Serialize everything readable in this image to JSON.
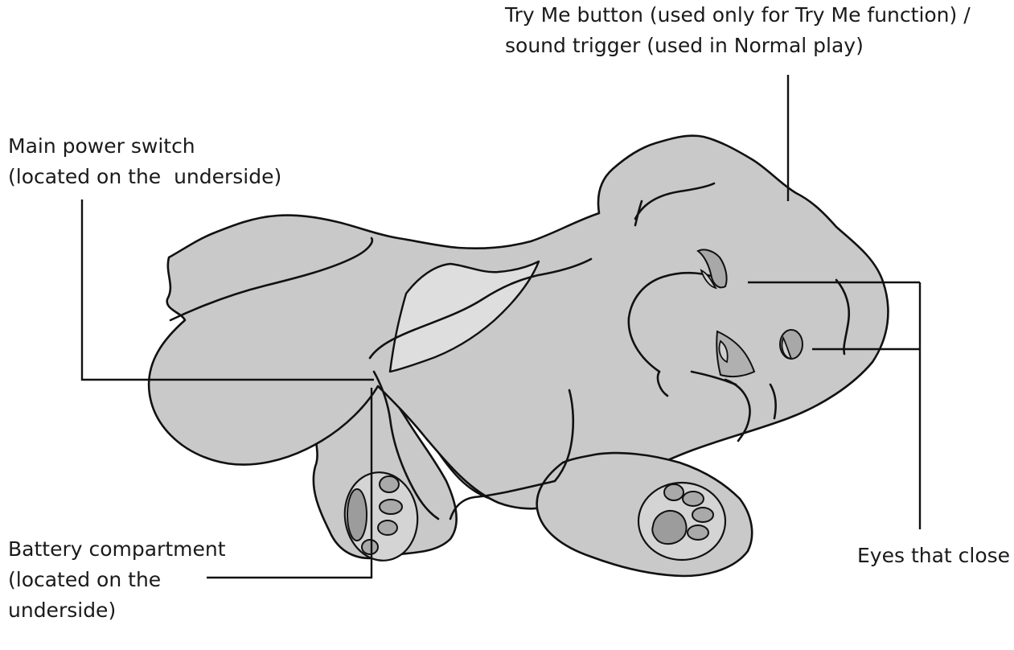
{
  "labels": {
    "try_me": {
      "line1": "Try Me button (used only for Try Me function) /",
      "line2": "sound trigger (used in Normal play)"
    },
    "power_switch": {
      "line1": "Main power switch",
      "line2": "(located on the  underside)"
    },
    "battery": {
      "line1": "Battery compartment",
      "line2": "(located on the",
      "line3": "underside)"
    },
    "eyes": {
      "line1": "Eyes that close"
    }
  },
  "colors": {
    "fur": "#c9c9c9",
    "fur_light": "#dedede",
    "outline": "#111111"
  }
}
